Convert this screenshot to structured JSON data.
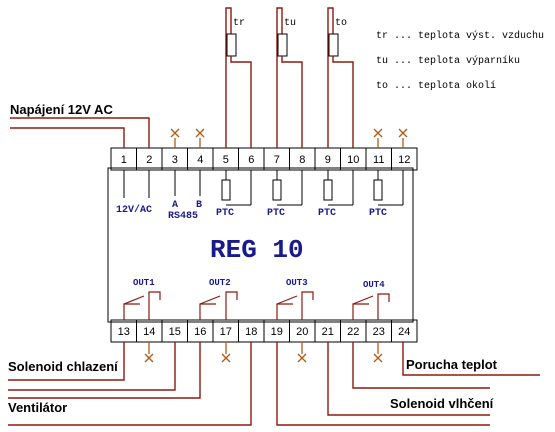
{
  "device": {
    "title": "REG 10"
  },
  "top_terminals": [
    "1",
    "2",
    "3",
    "4",
    "5",
    "6",
    "7",
    "8",
    "9",
    "10",
    "11",
    "12"
  ],
  "bottom_terminals": [
    "13",
    "14",
    "15",
    "16",
    "17",
    "18",
    "19",
    "20",
    "21",
    "22",
    "23",
    "24"
  ],
  "sensors": [
    {
      "id": "tr",
      "label": "tr"
    },
    {
      "id": "tu",
      "label": "tu"
    },
    {
      "id": "to",
      "label": "to"
    }
  ],
  "legend": [
    {
      "text": "tr ... teplota výst. vzduchu"
    },
    {
      "text": "tu ... teplota výparníku"
    },
    {
      "text": "to ... teplota okolí"
    }
  ],
  "inner_labels": {
    "power": "12V/AC",
    "rs485_a": "A",
    "rs485_b": "B",
    "rs485": "RS485",
    "ptc": "PTC"
  },
  "outputs": [
    "OUT1",
    "OUT2",
    "OUT3",
    "OUT4"
  ],
  "external_labels": {
    "power_supply": "Napájení 12V AC",
    "solenoid_cooling": "Solenoid chlazení",
    "fan": "Ventilátor",
    "fault": "Porucha teplot",
    "solenoid_humid": "Solenoid vlhčení"
  }
}
